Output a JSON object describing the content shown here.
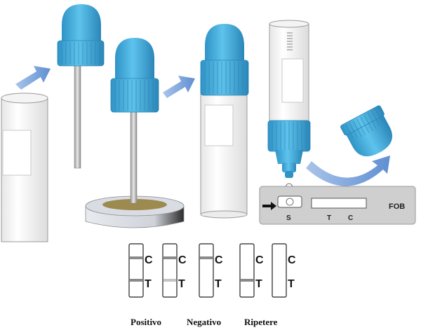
{
  "device": {
    "brand_label": "FOB",
    "sample_well_label": "S",
    "test_line_label": "T",
    "control_line_label": "C"
  },
  "strips": [
    {
      "c_label": "C",
      "t_label": "T",
      "c_line": "dark",
      "t_line": "dark"
    },
    {
      "c_label": "C",
      "t_label": "T",
      "c_line": "dark",
      "t_line": "light"
    },
    {
      "c_label": "C",
      "t_label": "T",
      "c_line": "dark",
      "t_line": "none"
    },
    {
      "c_label": "C",
      "t_label": "T",
      "c_line": "none",
      "t_line": "dark"
    },
    {
      "c_label": "C",
      "t_label": "T",
      "c_line": "none",
      "t_line": "none"
    }
  ],
  "result_labels": {
    "positive": "Positivo",
    "negative": "Negativo",
    "repeat": "Ripetere"
  },
  "colors": {
    "cap_blue": "#3aa9d8",
    "arrow_blue": "#7aa7df",
    "line_dark": "#8a8a8a",
    "line_light": "#c4c4c4"
  }
}
